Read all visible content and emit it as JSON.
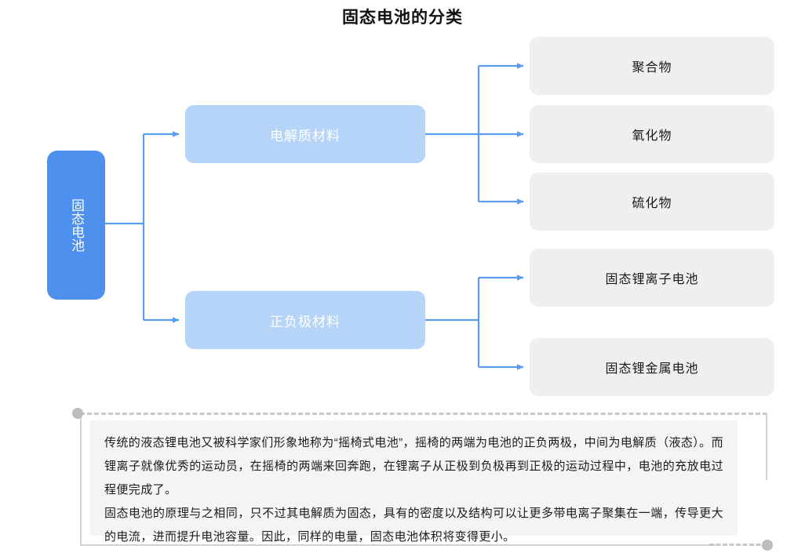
{
  "title": "固态电池的分类",
  "colors": {
    "root_fill": "#4d90ee",
    "level2_fill": "#b6d4f7",
    "leaf_fill": "#efefef",
    "connector": "#5b9cf0",
    "frame": "#c8c8c8",
    "note_background": "#f4f4f4"
  },
  "root": {
    "label": "固态电池"
  },
  "level2": [
    {
      "label": "电解质材料"
    },
    {
      "label": "正负极材料"
    }
  ],
  "leaves": [
    {
      "label": "聚合物",
      "parent": "电解质材料"
    },
    {
      "label": "氧化物",
      "parent": "电解质材料"
    },
    {
      "label": "硫化物",
      "parent": "电解质材料"
    },
    {
      "label": "固态锂离子电池",
      "parent": "正负极材料"
    },
    {
      "label": "固态锂金属电池",
      "parent": "正负极材料"
    }
  ],
  "note": {
    "paragraph1": "传统的液态锂电池又被科学家们形象地称为“摇椅式电池”，摇椅的两端为电池的正负两极，中间为电解质（液态）。而锂离子就像优秀的运动员，在摇椅的两端来回奔跑，在锂离子从正极到负极再到正极的运动过程中，电池的充放电过程便完成了。",
    "paragraph2": "固态电池的原理与之相同，只不过其电解质为固态，具有的密度以及结构可以让更多带电离子聚集在一端，传导更大的电流，进而提升电池容量。因此，同样的电量，固态电池体积将变得更小。"
  }
}
